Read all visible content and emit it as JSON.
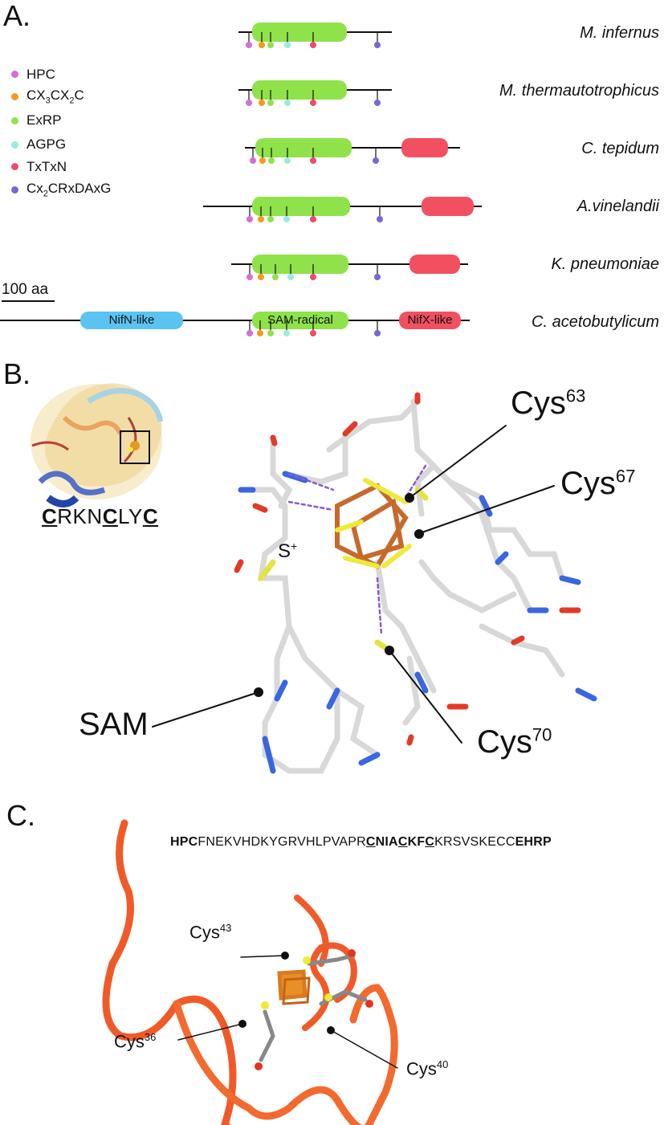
{
  "panelA": {
    "letter": "A.",
    "legend": [
      {
        "label": "HPC",
        "color": "#d46fd6"
      },
      {
        "label": "CX3CX2C",
        "color": "#f39a1a"
      },
      {
        "label": "ExRP",
        "color": "#8fe24a"
      },
      {
        "label": "AGPG",
        "color": "#98ecdf"
      },
      {
        "label": "TxTxN",
        "color": "#ef4a6c"
      },
      {
        "label": "Cx2CRxDAxG",
        "color": "#7a66d8"
      }
    ],
    "species": [
      "M. infernus",
      "M. thermautotrophicus",
      "C. tepidum",
      "A.vinelandii",
      "K. pneumoniae",
      "C. acetobutylicum"
    ],
    "scale_label": "100 aa",
    "domains": {
      "nifn": "NifN-like",
      "sam": "SAM-radical",
      "nifx": "NifX-like"
    },
    "colors": {
      "sam_domain": "#8fe24a",
      "nifx_domain": "#f25060",
      "nifn_domain": "#5bc3f2"
    }
  },
  "panelB": {
    "letter": "B.",
    "motif": {
      "c1": "C",
      "p1": "RKN",
      "c2": "C",
      "p2": "LY",
      "c3": "C"
    },
    "labels": {
      "cys63": "Cys",
      "cys63_sup": "63",
      "cys67": "Cys",
      "cys67_sup": "67",
      "cys70": "Cys",
      "cys70_sup": "70",
      "sam": "SAM",
      "s": "S",
      "s_sup": "+"
    }
  },
  "panelC": {
    "letter": "C.",
    "sequence": {
      "a": "HPC",
      "b": "FNEKVHDKYGRVHLPVAPR",
      "c1": "C",
      "d": "NIA",
      "c2": "C",
      "e": "KF",
      "c3": "C",
      "f": "KRSVSKECC",
      "g": "EHRP"
    },
    "labels": {
      "cys43": "Cys",
      "cys43_sup": "43",
      "cys36": "Cys",
      "cys36_sup": "36",
      "cys40": "Cys",
      "cys40_sup": "40"
    }
  }
}
